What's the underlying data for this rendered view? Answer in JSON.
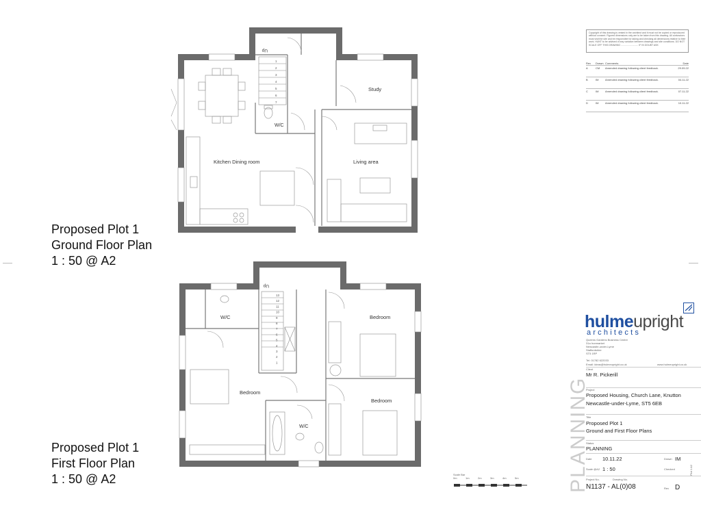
{
  "ground_floor": {
    "rooms": {
      "kitchen": "Kitchen Dining room",
      "study": "Study",
      "living": "Living area",
      "wc": "W/C"
    },
    "stair_label": "Up",
    "stair_numbers": [
      "1",
      "2",
      "3",
      "4",
      "5",
      "6",
      "7"
    ]
  },
  "first_floor": {
    "rooms": {
      "wc_left": "W/C",
      "bedroom_main": "Bedroom",
      "bedroom_top_right": "Bedroom",
      "bedroom_bottom_right": "Bedroom",
      "wc_bath": "W/C"
    },
    "stair_label": "Up",
    "stair_numbers": [
      "13",
      "12",
      "11",
      "10",
      "9",
      "8",
      "7",
      "6",
      "5",
      "4",
      "3",
      "2",
      "1"
    ]
  },
  "titles": {
    "ground": [
      "Proposed Plot 1",
      "Ground Floor Plan",
      "1 : 50 @ A2"
    ],
    "first": [
      "Proposed Plot 1",
      "First Floor Plan",
      "1 : 50 @ A2"
    ]
  },
  "copyright_note": "Copyright of this drawing is vested in the architect and it must not be copied or reproduced without consent. Figured dimensions only are to be taken from this drawing. All contractors must visit the site and be responsible for taking and checking all dimensions relative to their work. HUNT to be advised of any variation between drawings and site conditions. DO NOT SCALE OFF THIS DRAWING .......................... IF IN DOUBT ASK",
  "revisions": {
    "headers": [
      "Rev",
      "Drawn",
      "Comments",
      "Date"
    ],
    "rows": [
      {
        "rev": "A",
        "drawn": "CM",
        "comment": "Amended drawing following client feedback.",
        "date": "29.09.22"
      },
      {
        "rev": "B",
        "drawn": "IM",
        "comment": "Amended drawing following client feedback.",
        "date": "04.11.22"
      },
      {
        "rev": "C",
        "drawn": "IM",
        "comment": "Amended drawing following client feedback.",
        "date": "07.11.22"
      },
      {
        "rev": "D",
        "drawn": "IM",
        "comment": "Amended drawing following client feedback.",
        "date": "10.11.22"
      }
    ]
  },
  "title_block": {
    "logo_bold": "hulme",
    "logo_light": "upright",
    "logo_sub": "architects",
    "address": [
      "Queens Gardens Business Centre",
      "31a Ironmarket",
      "Newcastle-under-Lyme",
      "Staffordshire",
      "ST5 1RP"
    ],
    "tel": "Tel: 01782 622033",
    "email": "Email: ideas@hulmeupright.co.uk",
    "web": "www.hulmeupright.co.uk",
    "client_label": "Client",
    "client": "Mr R. Pickerill",
    "project_label": "Project",
    "project_lines": [
      "Proposed Housing, Church Lane, Knutton",
      "Newcastle-under-Lyme, ST5 6EB"
    ],
    "title_label": "Title",
    "title_lines": [
      "Proposed Plot 1",
      "Ground and First Floor Plans"
    ],
    "status_label": "Status",
    "status": "PLANNING",
    "date_label": "Date",
    "date": "10.11.22",
    "drawn_label": "Drawn",
    "drawn": "IM",
    "scale_label": "Scale @A2",
    "scale": "1 : 50",
    "checked_label": "Checked",
    "project_no_label": "Project No.",
    "drawing_no_label": "Drawing No.",
    "drawing_no": "N1137 - AL(0)08",
    "rev_label": "Rev",
    "rev": "D",
    "watermark": "PLANNING",
    "sheet_ref": "Plot 1 A2"
  },
  "scale_bar": {
    "label": "Scale Bar",
    "ticks": [
      "0m",
      "1m",
      "2m",
      "3m",
      "4m",
      "5m"
    ]
  }
}
